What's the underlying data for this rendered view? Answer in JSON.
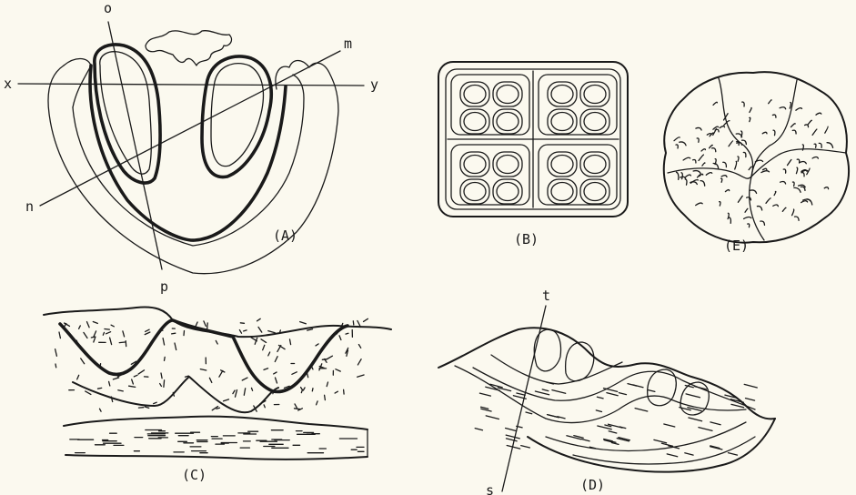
{
  "figures": {
    "A": {
      "caption": "(A)",
      "lines": [
        {
          "from": "o",
          "to": "p"
        },
        {
          "from": "x",
          "to": "y"
        },
        {
          "from": "m",
          "to": "n"
        }
      ],
      "labels": {
        "o": "o",
        "p": "p",
        "x": "x",
        "y": "y",
        "m": "m",
        "n": "n"
      }
    },
    "B": {
      "caption": "(B)"
    },
    "C": {
      "caption": "(C)"
    },
    "D": {
      "caption": "(D)",
      "lines": [
        {
          "from": "t",
          "to": "s"
        }
      ],
      "labels": {
        "t": "t",
        "s": "s"
      }
    },
    "E": {
      "caption": "(E)"
    }
  },
  "colors": {
    "ink": "#1a1a1a",
    "paper": "#fbf9ef"
  }
}
